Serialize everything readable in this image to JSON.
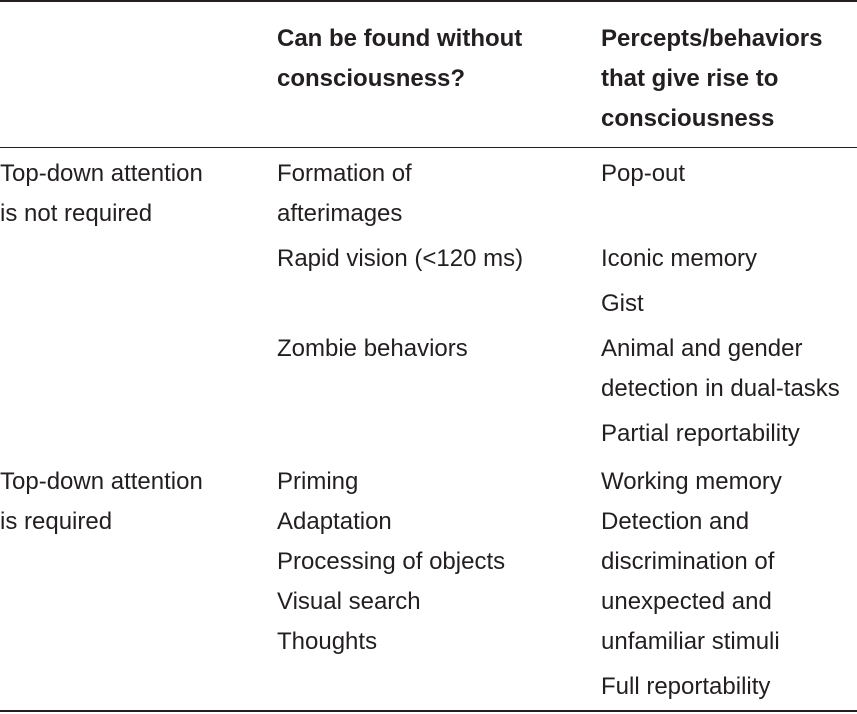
{
  "header": {
    "col2_line1": "Can be found without",
    "col2_line2": "consciousness?",
    "col3_line1": "Percepts/behaviors",
    "col3_line2": "that give rise to",
    "col3_line3": "consciousness"
  },
  "rows": [
    {
      "label_line1": "Top-down attention",
      "label_line2": "is not required",
      "without": [
        "Formation of",
        "afterimages",
        "Rapid vision (<120 ms)",
        "Zombie behaviors"
      ],
      "give_rise": [
        "Pop-out",
        "Iconic memory",
        "Gist",
        "Animal and gender",
        "detection in dual-tasks",
        "Partial reportability"
      ]
    },
    {
      "label_line1": "Top-down attention",
      "label_line2": "is required",
      "without": [
        "Priming",
        "Adaptation",
        "Processing of objects",
        "Visual search",
        "Thoughts"
      ],
      "give_rise": [
        "Working memory",
        "Detection and",
        "discrimination of",
        "unexpected and",
        "unfamiliar stimuli",
        "Full reportability"
      ]
    }
  ]
}
